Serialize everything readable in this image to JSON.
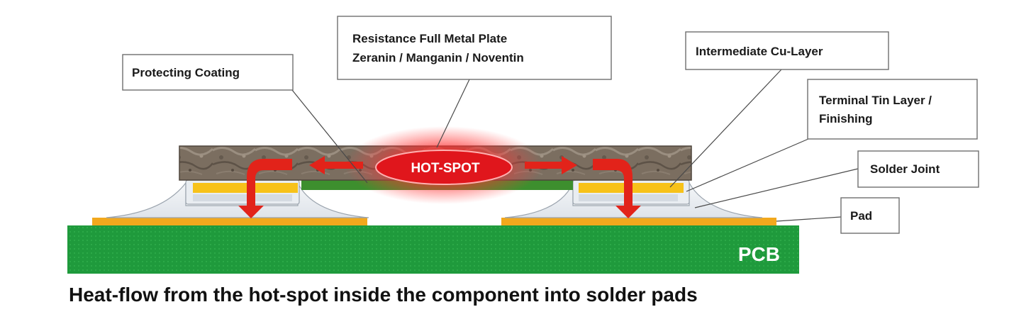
{
  "labels": {
    "protecting_coating": "Protecting Coating",
    "resistance_line1": "Resistance Full Metal Plate",
    "resistance_line2": "Zeranin / Manganin / Noventin",
    "intermediate_cu": "Intermediate Cu-Layer",
    "terminal_tin_line1": "Terminal Tin Layer /",
    "terminal_tin_line2": "Finishing",
    "solder_joint": "Solder Joint",
    "pad": "Pad",
    "hot_spot": "HOT-SPOT",
    "pcb": "PCB"
  },
  "caption": "Heat-flow from the hot-spot inside the component into solder pads",
  "colors": {
    "pcb_green": "#1f9a3c",
    "pad_orange": "#f2a81d",
    "tin_yellow": "#f7c21a",
    "hotspot_red": "#e0161c",
    "arrow_red": "#e2231a",
    "plate_brown": "#7d6f5f",
    "coating_green": "#3d8f2e",
    "solder_gray": "#e8ecf0"
  },
  "icons": [
    "heat-flow-arrow-icon"
  ]
}
